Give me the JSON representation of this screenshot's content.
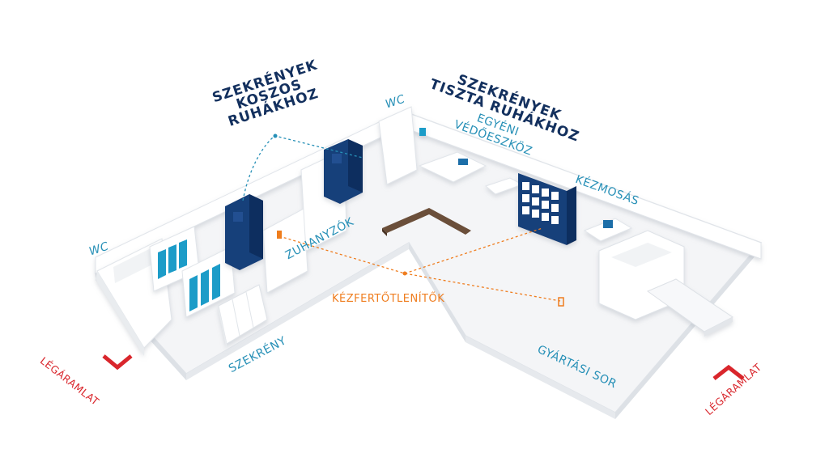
{
  "labels": {
    "dirty_lockers": [
      "SZEKRÉNYEK",
      "KOSZOS",
      "RUHÁKHOZ"
    ],
    "clean_lockers": [
      "SZEKRÉNYEK",
      "TISZTA RUHÁKHOZ"
    ],
    "wc_left": "WC",
    "wc_right": "WC",
    "ppe": [
      "EGYÉNI",
      "VÉDŐESZKÖZ"
    ],
    "handwash": "KÉZMOSÁS",
    "showers": "ZUHANYZÓK",
    "sanitizers": "KÉZFERTŐTLENÍTŐK",
    "locker": "SZEKRÉNY",
    "production_line": "GYÁRTÁSI SOR",
    "airflow_left": "LÉGÁRAMLAT",
    "airflow_right": "LÉGÁRAMLAT"
  },
  "colors": {
    "navy": "#13305e",
    "teal": "#2790b7",
    "orange": "#ef7d1f",
    "red": "#d9262c",
    "floor": "#f4f5f7",
    "wall": "#ffffff",
    "locker_teal": "#1f9cc8",
    "bench": "#6b4f3a"
  },
  "icons": {
    "airflow_left": "chevron-airflow-icon",
    "airflow_right": "chevron-airflow-icon"
  }
}
